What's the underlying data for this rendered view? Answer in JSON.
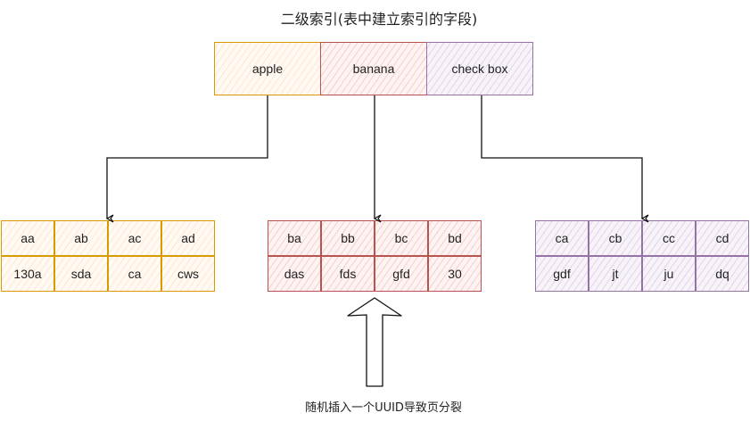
{
  "title": "二级索引(表中建立索引的字段)",
  "root_node": {
    "keys": [
      {
        "label": "apple",
        "color": "yellow"
      },
      {
        "label": "banana",
        "color": "red"
      },
      {
        "label": "check box",
        "color": "purple"
      }
    ]
  },
  "leaf_nodes": [
    {
      "color": "yellow",
      "rows": [
        [
          "aa",
          "ab",
          "ac",
          "ad"
        ],
        [
          "130a",
          "sda",
          "ca",
          "cws"
        ]
      ]
    },
    {
      "color": "red",
      "rows": [
        [
          "ba",
          "bb",
          "bc",
          "bd"
        ],
        [
          "das",
          "fds",
          "gfd",
          "30"
        ]
      ]
    },
    {
      "color": "purple",
      "rows": [
        [
          "ca",
          "cb",
          "cc",
          "cd"
        ],
        [
          "gdf",
          "jt",
          "ju",
          "dq"
        ]
      ]
    }
  ],
  "edges": [
    {
      "from": "apple",
      "to": "leaf-0"
    },
    {
      "from": "banana",
      "to": "leaf-1"
    },
    {
      "from": "check box",
      "to": "leaf-2"
    }
  ],
  "annotation": {
    "icon": "up-arrow-icon",
    "target": "leaf-1",
    "text": "随机插入一个UUID导致页分裂"
  },
  "colors": {
    "yellow_stroke": "#d79b00",
    "yellow_fill": "#ffe6cc",
    "red_stroke": "#b85450",
    "red_fill": "#f8cecc",
    "purple_stroke": "#9673a6",
    "purple_fill": "#e1d5e7",
    "connector": "#000000"
  }
}
